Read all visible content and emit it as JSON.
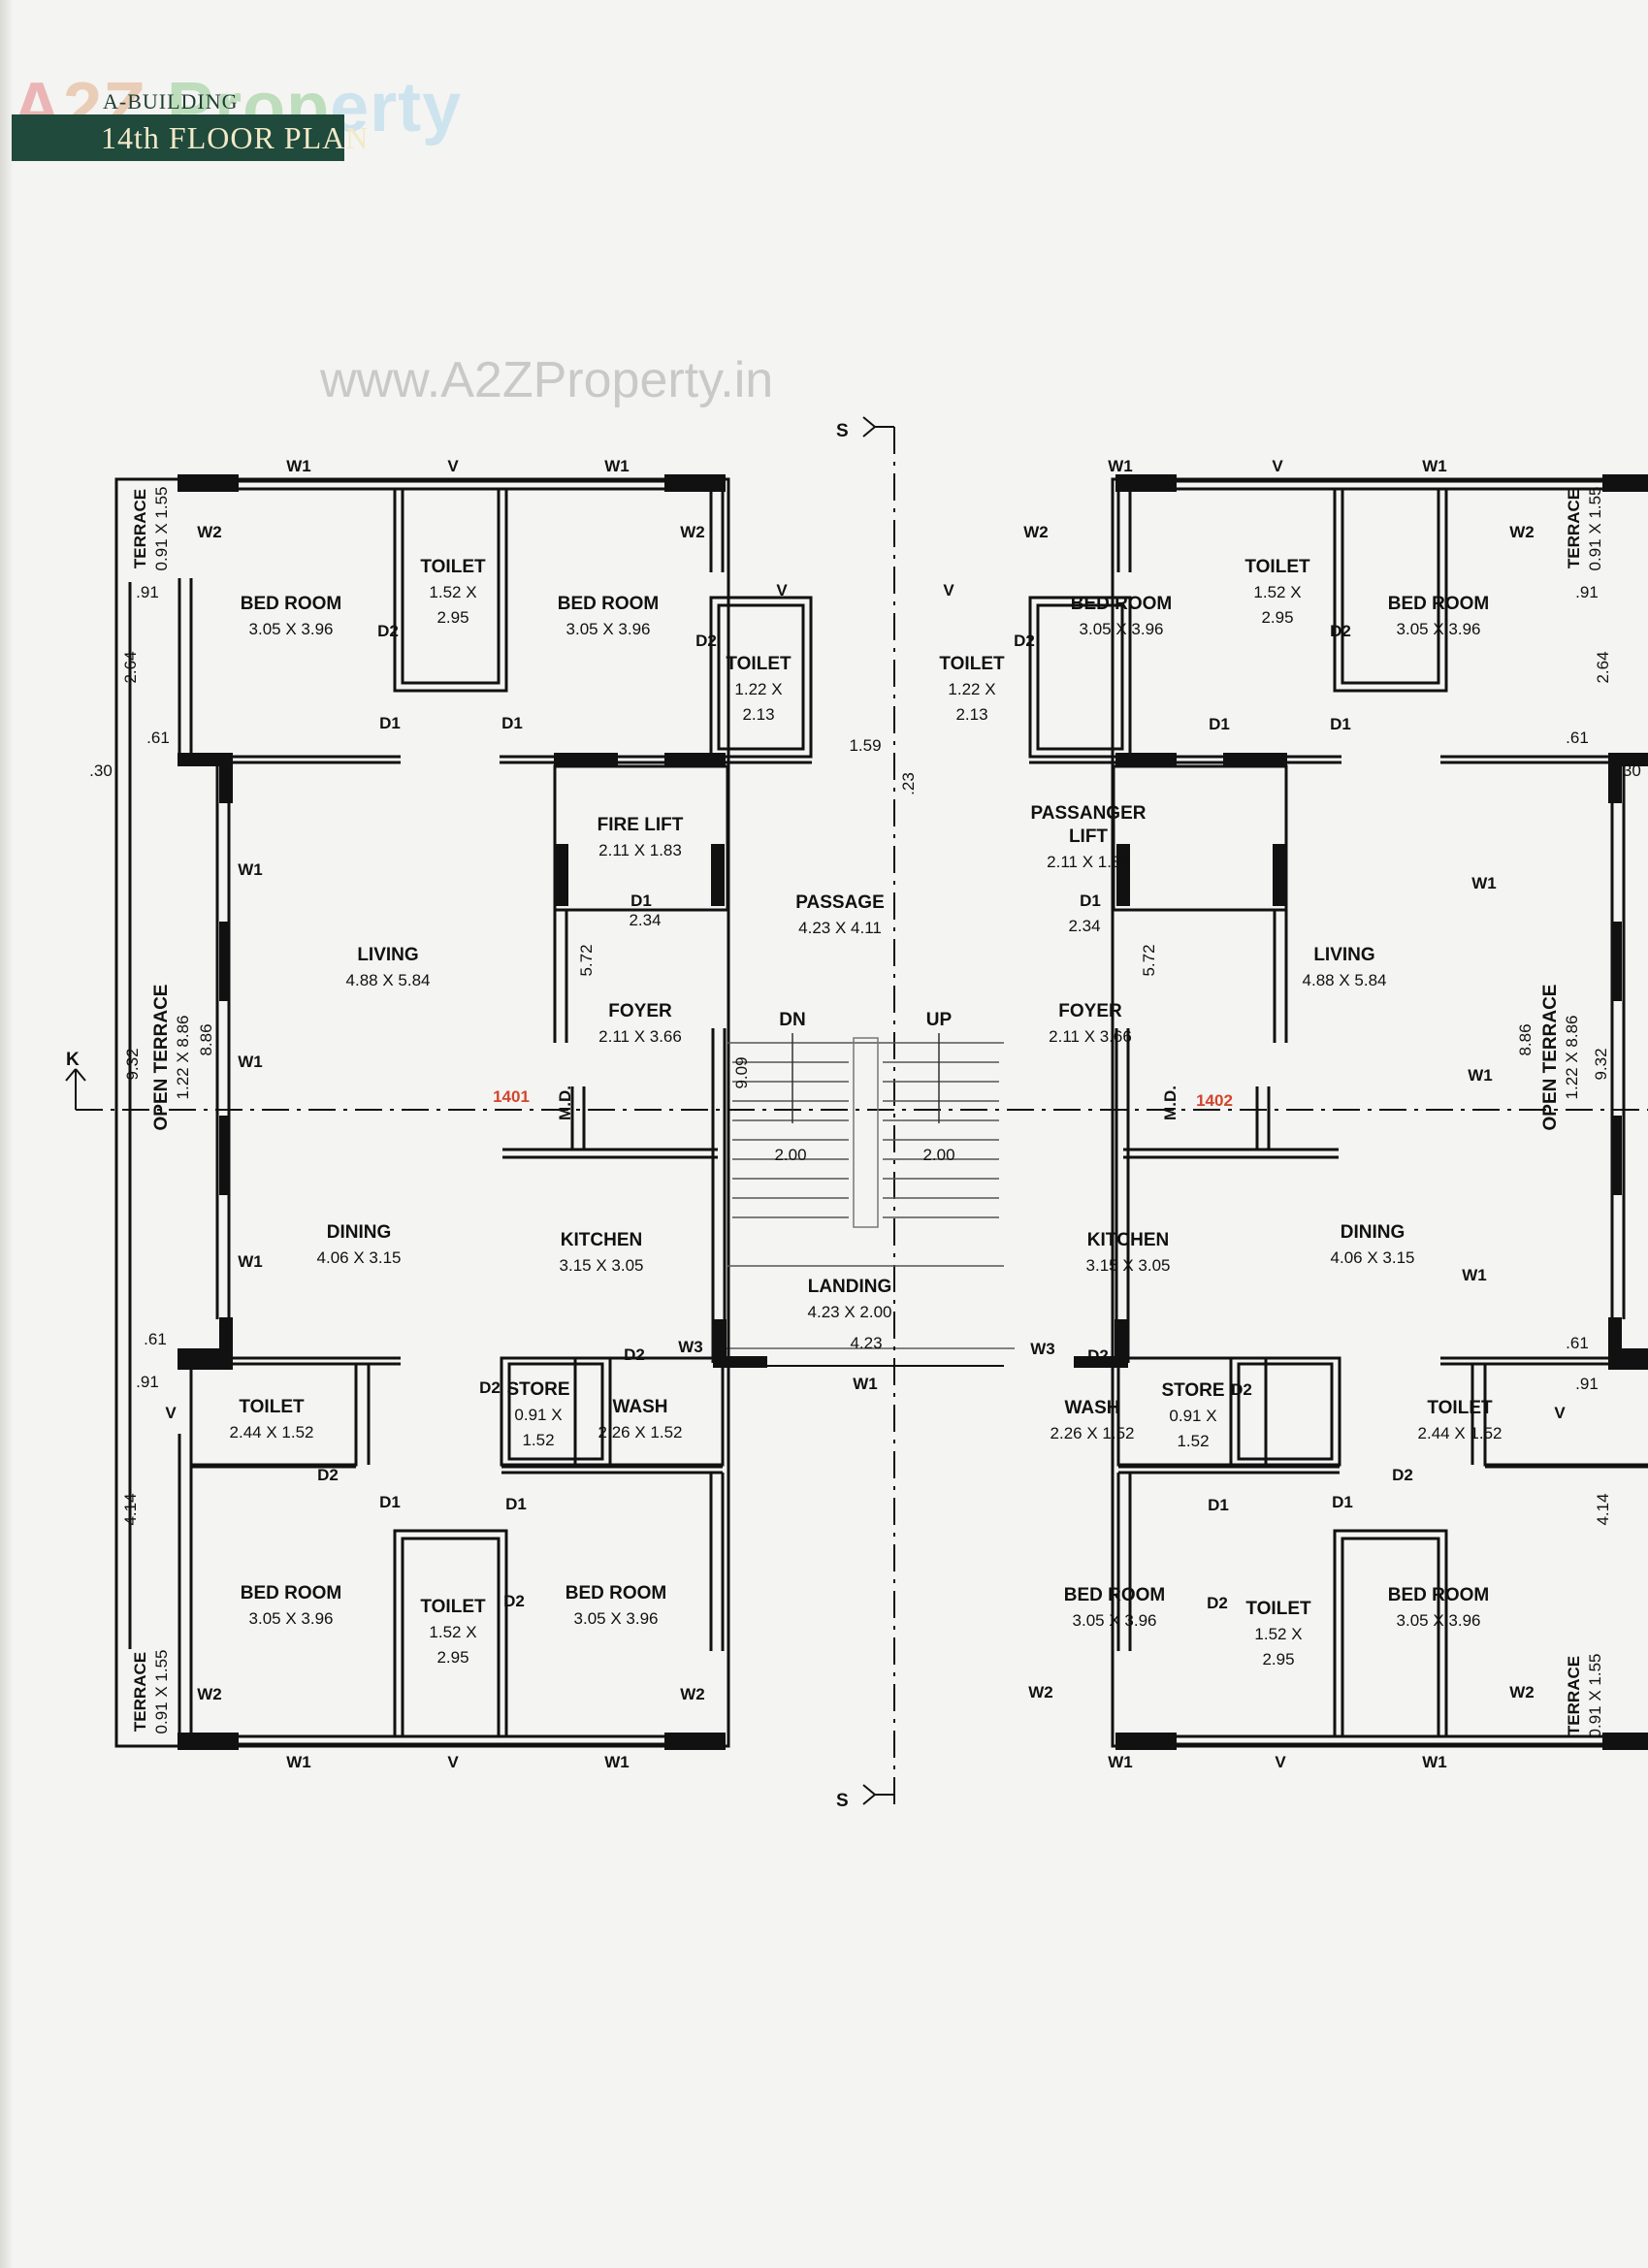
{
  "header": {
    "logo_text": "A2Z Property",
    "building": "A-BUILDING",
    "floor_plan": "14th FLOOR PLAN",
    "watermark": "www.A2ZProperty.in",
    "colors": {
      "title_bg": "#1f4a3c",
      "title_text": "#f2e9c8",
      "flat_no": "#d2452b"
    }
  },
  "flats": [
    "1401",
    "1402"
  ],
  "labels": {
    "bedroom": "BED ROOM",
    "bedroom_size": "3.05 X 3.96",
    "toilet": "TOILET",
    "toilet_a": "1.52 X",
    "toilet_b": "2.95",
    "toilet_s_a": "1.22 X",
    "toilet_s_b": "2.13",
    "toilet_c": "2.44 X 1.52",
    "living": "LIVING",
    "living_size": "4.88 X 5.84",
    "dining": "DINING",
    "dining_size": "4.06 X 3.15",
    "kitchen": "KITCHEN",
    "kitchen_size": "3.15 X 3.05",
    "foyer": "FOYER",
    "foyer_size": "2.11 X 3.66",
    "store": "STORE",
    "store_a": "0.91 X",
    "store_b": "1.52",
    "wash": "WASH",
    "wash_size": "2.26 X 1.52",
    "terrace": "TERRACE",
    "terrace_size": "0.91 X 1.55",
    "open_terrace": "OPEN TERRACE",
    "open_terrace_size": "1.22 X 8.86",
    "fire_lift": "FIRE LIFT",
    "passenger_lift_a": "PASSANGER",
    "passenger_lift_b": "LIFT",
    "lift_size": "2.11 X 1.83",
    "passage": "PASSAGE",
    "passage_size": "4.23 X 4.11",
    "landing": "LANDING",
    "landing_size": "4.23 X 2.00",
    "dn": "DN",
    "up": "UP",
    "md": "M.D."
  },
  "tags": {
    "W1": "W1",
    "W2": "W2",
    "W3": "W3",
    "V": "V",
    "D1": "D1",
    "D2": "D2",
    "S": "S",
    "K": "K"
  },
  "dims": {
    "d091": ".91",
    "d061": ".61",
    "d030": ".30",
    "d264": "2.64",
    "d414": "4.14",
    "d932": "9.32",
    "d886": "8.86",
    "d159": "1.59",
    "d023": ".23",
    "d234": "2.34",
    "d572": "5.72",
    "d909": "9.09",
    "d200": "2.00",
    "d423": "4.23"
  }
}
